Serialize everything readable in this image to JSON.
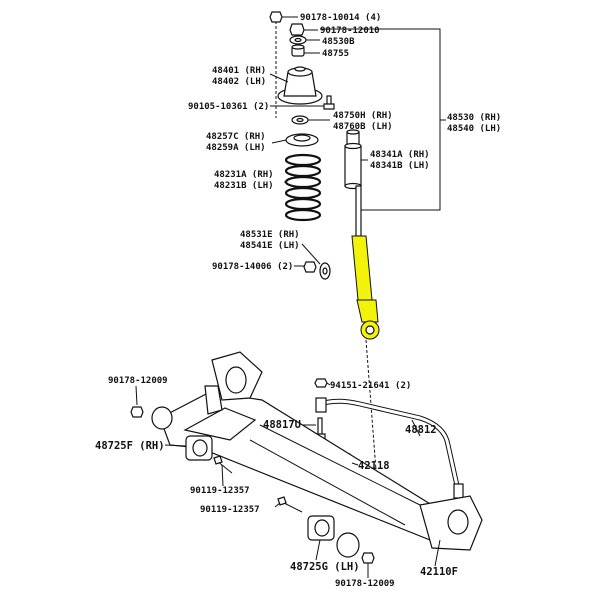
{
  "colors": {
    "highlight": "#f2f20a",
    "ink": "#111111",
    "paper": "#ffffff"
  },
  "labels": {
    "p90178_10014": "90178-10014 (4)",
    "p90178_12010": "90178-12010",
    "p48530B": "48530B",
    "p48755": "48755",
    "p48401": "48401 (RH)",
    "p48402": "48402 (LH)",
    "p90105_10361": "90105-10361 (2)",
    "p48750H": "48750H (RH)",
    "p48760B": "48760B (LH)",
    "p48530": "48530 (RH)",
    "p48540": "48540 (LH)",
    "p48257C": "48257C (RH)",
    "p48259A": "48259A (LH)",
    "p48341A": "48341A (RH)",
    "p48341B": "48341B (LH)",
    "p48231A": "48231A (RH)",
    "p48231B": "48231B (LH)",
    "p48531E": "48531E (RH)",
    "p48541E": "48541E (LH)",
    "p90178_14006": "90178-14006 (2)",
    "p90178_12009a": "90178-12009",
    "p94151": "94151-21641 (2)",
    "p48817U": "48817U",
    "p48812": "48812",
    "p48725F": "48725F (RH)",
    "p42118": "42118",
    "p90119_12357a": "90119-12357",
    "p90119_12357b": "90119-12357",
    "p48725G": "48725G (LH)",
    "p42110F": "42110F",
    "p90178_12009b": "90178-12009"
  }
}
